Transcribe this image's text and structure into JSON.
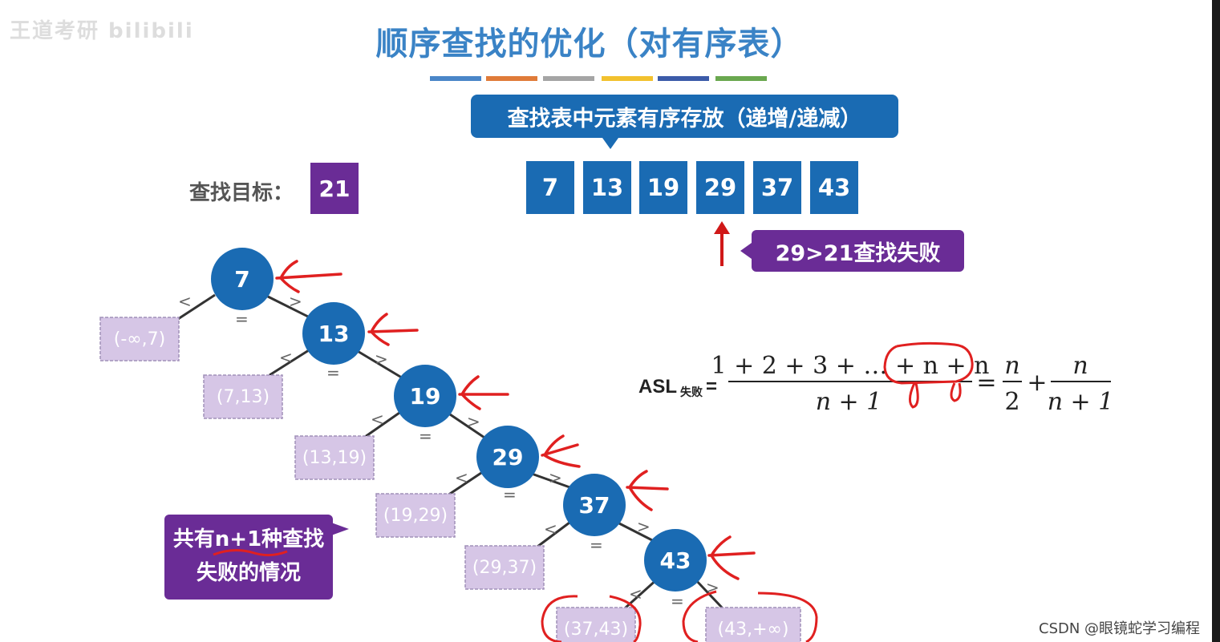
{
  "title": "顺序查找的优化（对有序表）",
  "watermark": "王道考研 bilibili",
  "stripe_colors": [
    "#4a86c8",
    "#e07b39",
    "#a5a5a5",
    "#f2c12e",
    "#3b5ba9",
    "#6aa84f"
  ],
  "callout_sorted": "查找表中元素有序存放（递增/递减）",
  "target_label": "查找目标：",
  "target_value": "21",
  "array": [
    "7",
    "13",
    "19",
    "29",
    "37",
    "43"
  ],
  "fail_note": "29>21查找失败",
  "tree": {
    "nodes": [
      "7",
      "13",
      "19",
      "29",
      "37",
      "43"
    ],
    "leaves": [
      "(-∞,7)",
      "(7,13)",
      "(13,19)",
      "(19,29)",
      "(29,37)",
      "(37,43)",
      "(43,+∞)"
    ],
    "comparators": {
      "less": "<",
      "equal": "=",
      "greater": ">"
    }
  },
  "formula": {
    "lhs": "ASL",
    "lhs_sub": "失败",
    "num": "1 + 2 + 3 + … + n + n",
    "den": "n + 1",
    "eq": "=",
    "t1_num": "n",
    "t1_den": "2",
    "plus": "+",
    "t2_num": "n",
    "t2_den": "n + 1"
  },
  "callout_cases_line1": "共有n+1种查找",
  "callout_cases_line2": "失败的情况",
  "footer": "CSDN @眼镜蛇学习编程",
  "colors": {
    "node": "#1a6bb3",
    "leaf": "#d6c6e6",
    "purple": "#6a2c96",
    "annotation": "#e02020",
    "title": "#3a83c6"
  }
}
